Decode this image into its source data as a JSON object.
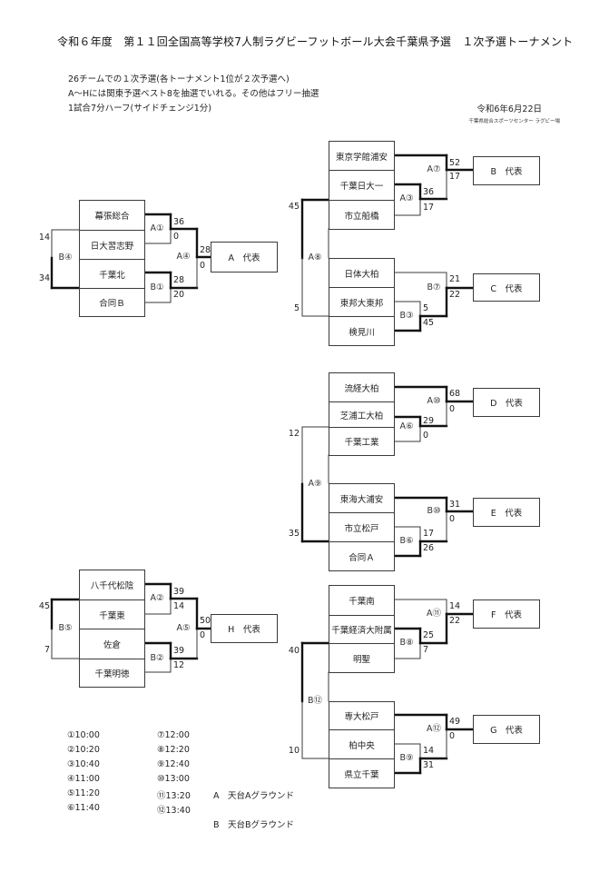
{
  "header": {
    "title": "令和６年度　第１１回全国高等学校7人制ラグビーフットボール大会千葉県予選　１次予選トーナメント",
    "notes": [
      "26チームでの１次予選(各トーナメント1位が２次予選へ)",
      "A〜Hには関東予選ベスト8を抽選でいれる。その他はフリー抽選",
      "1試合7分ハーフ(サイドチェンジ1分)"
    ],
    "date": "令和6年6月22日",
    "venue": "千葉県総合スポーツセンター ラグビー場"
  },
  "pools": {
    "A": {
      "teams": [
        "幕張総合",
        "日大習志野",
        "千葉北",
        "合同Ｂ"
      ],
      "representative": "A　代表",
      "matches": [
        {
          "id": "A①",
          "scores": [
            36,
            0
          ]
        },
        {
          "id": "B①",
          "scores": [
            28,
            20
          ]
        },
        {
          "id": "A④",
          "scores": [
            28,
            0
          ]
        },
        {
          "id": "B④",
          "scores": [
            14,
            34
          ]
        }
      ]
    },
    "H": {
      "teams": [
        "八千代松陰",
        "千葉東",
        "佐倉",
        "千葉明徳"
      ],
      "representative": "H　代表",
      "matches": [
        {
          "id": "A②",
          "scores": [
            39,
            14
          ]
        },
        {
          "id": "B②",
          "scores": [
            39,
            12
          ]
        },
        {
          "id": "A⑤",
          "scores": [
            50,
            0
          ]
        },
        {
          "id": "B⑤",
          "scores": [
            45,
            7
          ]
        }
      ]
    },
    "B": {
      "teams": [
        "東京学館浦安",
        "千葉日大一",
        "市立船橋"
      ],
      "representative": "B　代表",
      "matches": [
        {
          "id": "A③",
          "scores": [
            36,
            17
          ]
        },
        {
          "id": "A⑦",
          "scores": [
            52,
            17
          ]
        }
      ]
    },
    "C": {
      "teams": [
        "日体大柏",
        "東邦大東邦",
        "検見川"
      ],
      "representative": "C　代表",
      "matches": [
        {
          "id": "B③",
          "scores": [
            5,
            45
          ]
        },
        {
          "id": "B⑦",
          "scores": [
            21,
            22
          ]
        }
      ]
    },
    "BC": {
      "matches": [
        {
          "id": "A⑧",
          "scores": [
            45,
            5
          ]
        }
      ]
    },
    "D": {
      "teams": [
        "流経大柏",
        "芝浦工大柏",
        "千葉工業"
      ],
      "representative": "D　代表",
      "matches": [
        {
          "id": "A⑥",
          "scores": [
            29,
            0
          ]
        },
        {
          "id": "A⑩",
          "scores": [
            68,
            0
          ]
        }
      ]
    },
    "E": {
      "teams": [
        "東海大浦安",
        "市立松戸",
        "合同Ａ"
      ],
      "representative": "E　代表",
      "matches": [
        {
          "id": "B⑥",
          "scores": [
            17,
            26
          ]
        },
        {
          "id": "B⑩",
          "scores": [
            31,
            0
          ]
        }
      ]
    },
    "DE": {
      "matches": [
        {
          "id": "A⑨",
          "scores": [
            12,
            35
          ]
        }
      ]
    },
    "F": {
      "teams": [
        "千葉南",
        "千葉経済大附属",
        "明聖"
      ],
      "representative": "F　代表",
      "matches": [
        {
          "id": "B⑧",
          "scores": [
            25,
            7
          ]
        },
        {
          "id": "A⑪",
          "scores": [
            14,
            22
          ]
        }
      ]
    },
    "G": {
      "teams": [
        "専大松戸",
        "柏中央",
        "県立千葉"
      ],
      "representative": "G　代表",
      "matches": [
        {
          "id": "B⑨",
          "scores": [
            14,
            31
          ]
        },
        {
          "id": "A⑫",
          "scores": [
            49,
            0
          ]
        }
      ]
    },
    "FG": {
      "matches": [
        {
          "id": "B⑫",
          "scores": [
            40,
            10
          ]
        }
      ]
    }
  },
  "schedule": [
    "①10:00",
    "②10:20",
    "③10:40",
    "④11:00",
    "⑤11:20",
    "⑥11:40",
    "⑦12:00",
    "⑧12:20",
    "⑨12:40",
    "⑩13:00",
    "⑪13:20",
    "⑫13:40"
  ],
  "grounds": [
    "A　天台Aグラウンド",
    "B　天台Bグラウンド"
  ],
  "colors": {
    "line": "#3a3a3a",
    "winner_line": "#111111"
  }
}
